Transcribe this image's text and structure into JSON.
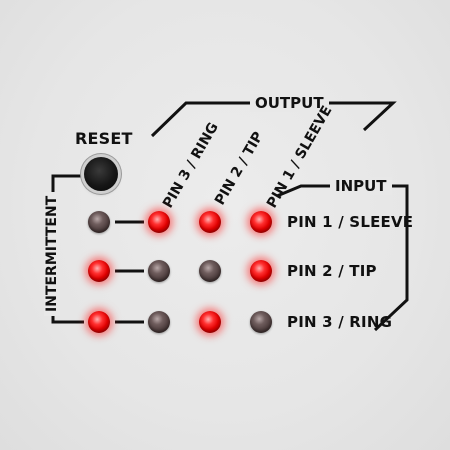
{
  "panel": {
    "reset_label": "RESET",
    "output_label": "OUTPUT",
    "input_label": "INPUT",
    "intermittent_label": "INTERMITTENT"
  },
  "columns": [
    {
      "label": "PIN 3 / RING"
    },
    {
      "label": "PIN 2 / TIP"
    },
    {
      "label": "PIN 1 / SLEEVE"
    }
  ],
  "rows": [
    {
      "label": "PIN 1 / SLEEVE",
      "leds": [
        "off",
        "on",
        "on",
        "on"
      ]
    },
    {
      "label": "PIN 2 / TIP",
      "leds": [
        "on",
        "off",
        "off",
        "on"
      ]
    },
    {
      "label": "PIN 3 / RING",
      "leds": [
        "on",
        "off",
        "on",
        "off"
      ]
    }
  ],
  "colors": {
    "led_on": "#ff2020",
    "led_off": "#4a3a3a",
    "line": "#111111"
  }
}
